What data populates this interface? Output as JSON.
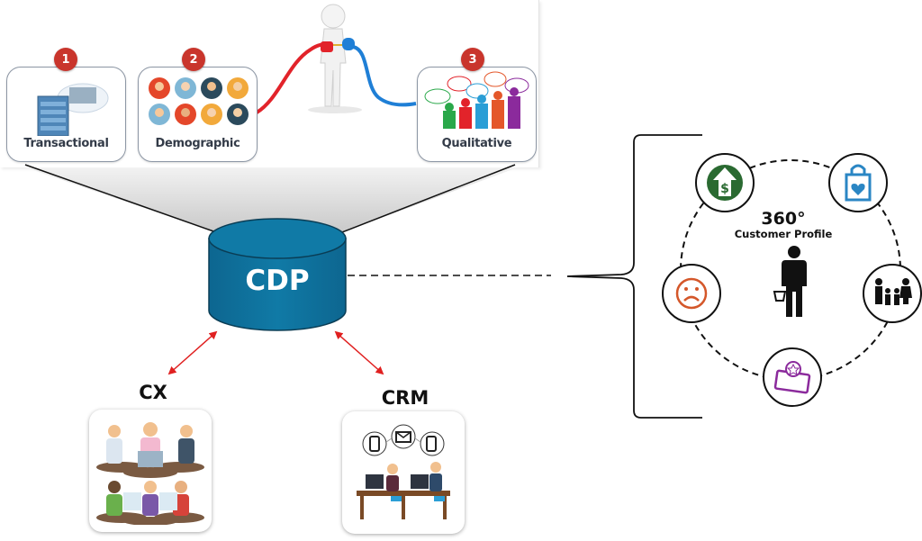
{
  "sources": [
    {
      "number": "1",
      "label": "Transactional",
      "icon": "server-cloud-icon"
    },
    {
      "number": "2",
      "label": "Demographic",
      "icon": "people-avatars-icon"
    },
    {
      "number": "3",
      "label": "Qualitative",
      "icon": "people-thoughts-icon"
    }
  ],
  "connector": {
    "icon": "person-connecting-plugs-icon"
  },
  "hub": {
    "label": "CDP",
    "color": "#0e6f9a"
  },
  "destinations": [
    {
      "label": "CX",
      "icon": "call-center-agents-icon"
    },
    {
      "label": "CRM",
      "icon": "crm-office-workers-icon"
    }
  ],
  "profile": {
    "title": "360°",
    "subtitle": "Customer Profile",
    "center_icon": "shopper-with-basket-icon",
    "attributes": [
      {
        "icon": "dollar-up-arrow-icon",
        "color": "#2a6a31"
      },
      {
        "icon": "shopping-bag-heart-icon",
        "color": "#2a86c4"
      },
      {
        "icon": "family-icon",
        "color": "#111111"
      },
      {
        "icon": "loyalty-card-star-icon",
        "color": "#8b2a9c"
      },
      {
        "icon": "sad-face-icon",
        "color": "#d4572a"
      }
    ]
  },
  "colors": {
    "badge": "#c9352c",
    "arrows": "#e02020",
    "cable_red": "#e2232a",
    "cable_blue": "#1f7fd6"
  }
}
